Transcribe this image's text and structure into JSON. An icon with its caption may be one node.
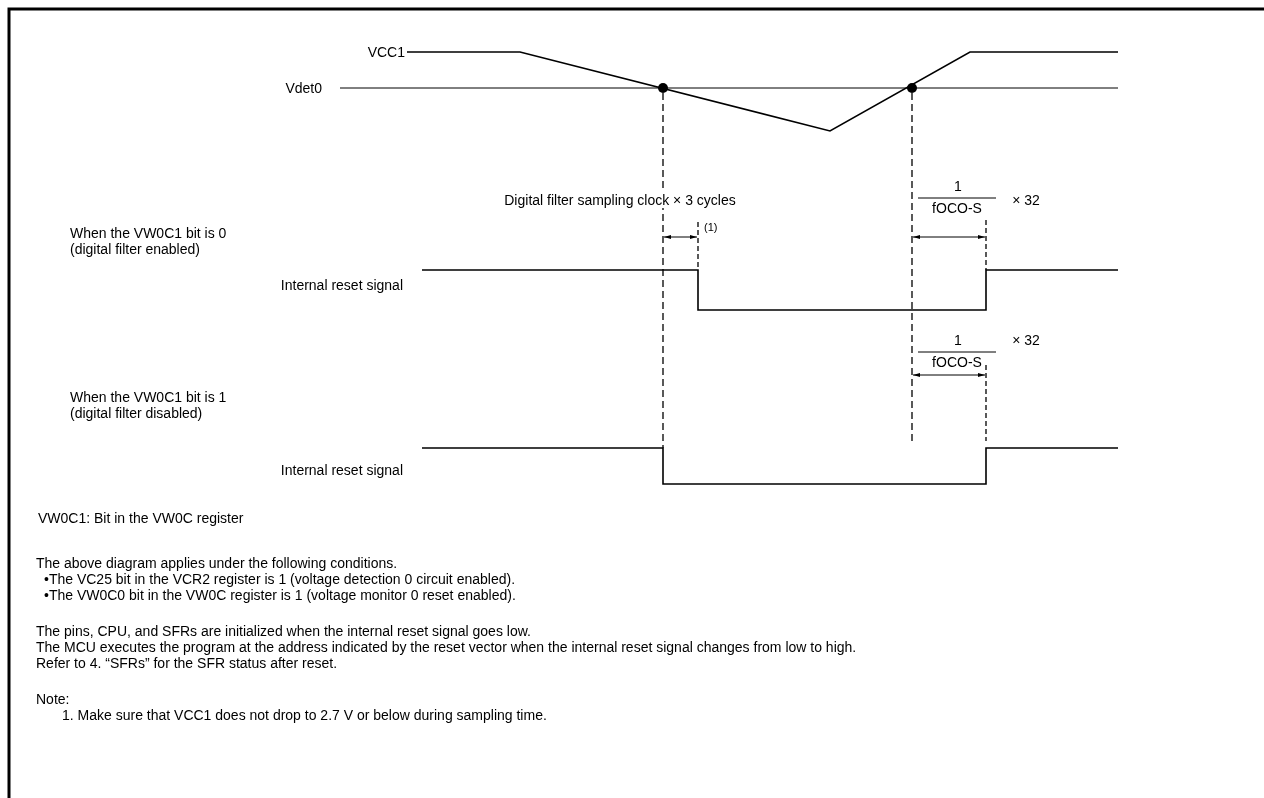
{
  "diagram": {
    "labels": [
      "VCC1",
      "Vdet0",
      "Digital filter sampling clock × 3 cycles",
      "1",
      "fOCO-S",
      "× 32",
      "When the VW0C1 bit is 0 (digital filter enabled)",
      "(1)",
      "Internal reset signal",
      "1",
      "fOCO-S",
      "× 32",
      "When the VW0C1 bit is 1 (digital filter disabled)",
      "Internal reset signal",
      "VW0C1: Bit in the VW0C register",
      "The above diagram applies under the following conditions.",
      "•The VC25 bit in the VCR2 register is 1 (voltage detection 0 circuit enabled).",
      "•The VW0C0 bit in the VW0C register is 1 (voltage monitor 0 reset enabled).",
      "The pins, CPU, and SFRs are initialized when the internal reset signal goes low.",
      "The MCU executes the program at the address indicated by the reset vector when the internal reset signal changes from low  to high.",
      "Refer to 4. “SFRs” for the SFR status after reset.",
      "Note:",
      "1. Make sure that VCC1 does not drop to 2.7 V or below during sampling time."
    ]
  }
}
